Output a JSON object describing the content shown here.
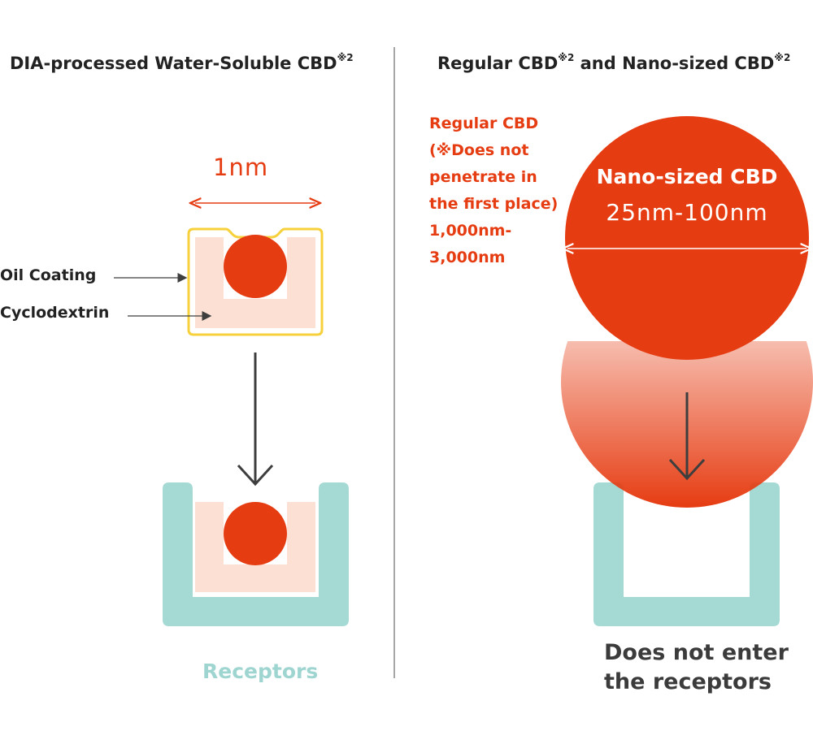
{
  "left": {
    "title": "DIA-processed Water-Soluble CBD",
    "title_sup": "※2",
    "size_label": "1nm",
    "oil_coating_label": "Oil Coating",
    "cyclodextrin_label": "Cyclodextrin",
    "receptors_label": "Receptors"
  },
  "right": {
    "title_part1": "Regular CBD",
    "title_sup1": "※2",
    "title_part2": " and Nano-sized CBD",
    "title_sup2": "※2",
    "regular_lines": [
      "Regular CBD",
      "(※Does not",
      "penetrate in",
      "the first place)",
      "1,000nm-",
      "3,000nm"
    ],
    "nano_title": "Nano-sized CBD",
    "nano_size": "25nm-100nm",
    "not_enter_line1": "Does not enter",
    "not_enter_line2": "the receptors"
  },
  "colors": {
    "cbd_orange": "#e63c12",
    "oil_coating_yellow": "#f7d13c",
    "cyclodextrin_pink": "#fbe0d3",
    "receptor_teal": "#a5d9d4",
    "arrow_gray": "#3e3e3e",
    "divider_gray": "#888888"
  }
}
